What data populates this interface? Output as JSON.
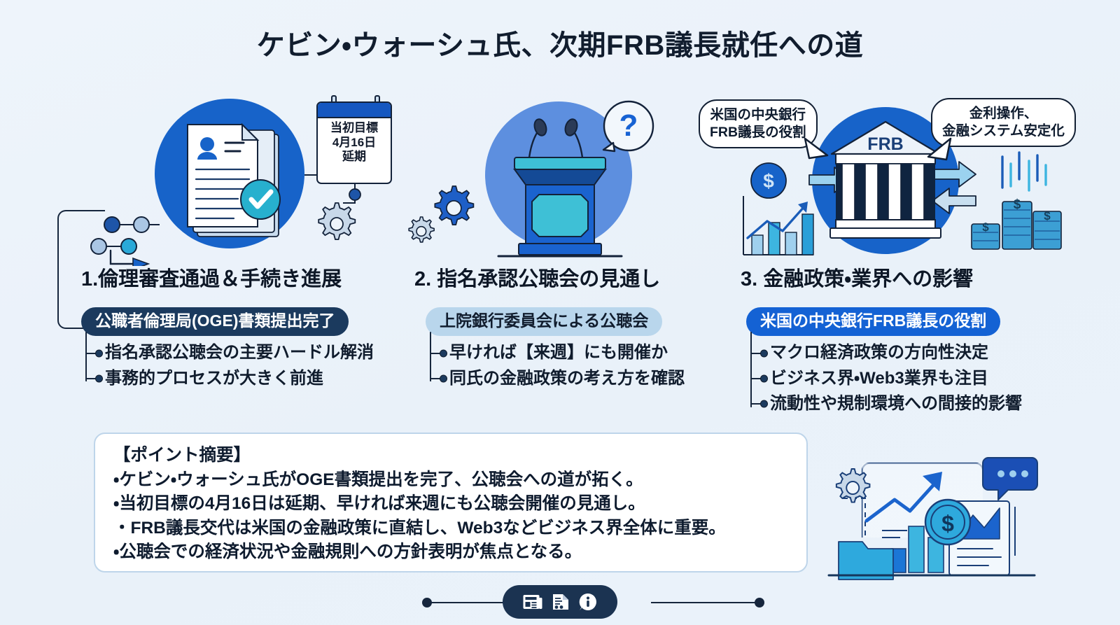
{
  "header": {
    "title": "ケビン・ウォーシュ氏、次期FRB議長就任への道"
  },
  "colors": {
    "background": "#eef4fb",
    "navy": "#1b3a5e",
    "brand_blue": "#1462d4",
    "light_blue": "#b9d6ec",
    "cyan": "#2bb3cf",
    "ink": "#101c2d"
  },
  "columns": [
    {
      "heading": "1.倫理審査通過＆手続き進展",
      "badge": {
        "label": "公職者倫理局(OGE)書類提出完了",
        "style": "navy"
      },
      "bullets": [
        "指名承認公聴会の主要ハードル解消",
        "事務的プロセスが大きく前進"
      ],
      "illustration": {
        "name": "document-approval-illustration",
        "calendar_card": {
          "line1": "当初目標",
          "line2": "4月16日",
          "line3": "延期"
        }
      }
    },
    {
      "heading": "2. 指名承認公聴会の見通し",
      "badge": {
        "label": "上院銀行委員会による公聴会",
        "style": "light"
      },
      "bullets": [
        "早ければ【来週】にも開催か",
        "同氏の金融政策の考え方を確認"
      ],
      "illustration": {
        "name": "podium-hearing-illustration",
        "question_mark": "?"
      }
    },
    {
      "heading": "3. 金融政策・業界への影響",
      "badge": {
        "label": "米国の中央銀行FRB議長の役割",
        "style": "blue"
      },
      "bullets": [
        "マクロ経済政策の方向性決定",
        "ビジネス界・Web3業界も注目",
        "流動性や規制環境への間接的影響"
      ],
      "illustration": {
        "name": "frb-bank-illustration",
        "bank_label": "FRB",
        "bubble_left": {
          "line1": "米国の中央銀行",
          "line2": "FRB議長の役割"
        },
        "bubble_right": {
          "line1": "金利操作、",
          "line2": "金融システム安定化"
        },
        "coin_symbol": "$"
      }
    }
  ],
  "summary": {
    "heading": "【ポイント摘要】",
    "points": [
      "・ケビン・ウォーシュ氏がOGE書類提出を完了、公聴会への道が拓く。",
      "・当初目標の4月16日は延期、早ければ来週にも公聴会開催の見通し。",
      "・FRB議長交代は米国の金融政策に直結し、Web3などビジネス界全体に重要。",
      "・公聴会での経済状況や金融規則への方針表明が焦点となる。"
    ]
  },
  "footer": {
    "icons": [
      "newspaper-icon",
      "document-report-icon",
      "info-icon"
    ]
  },
  "bottom_right_illustration": {
    "name": "analytics-growth-illustration",
    "coin_symbol": "$"
  }
}
